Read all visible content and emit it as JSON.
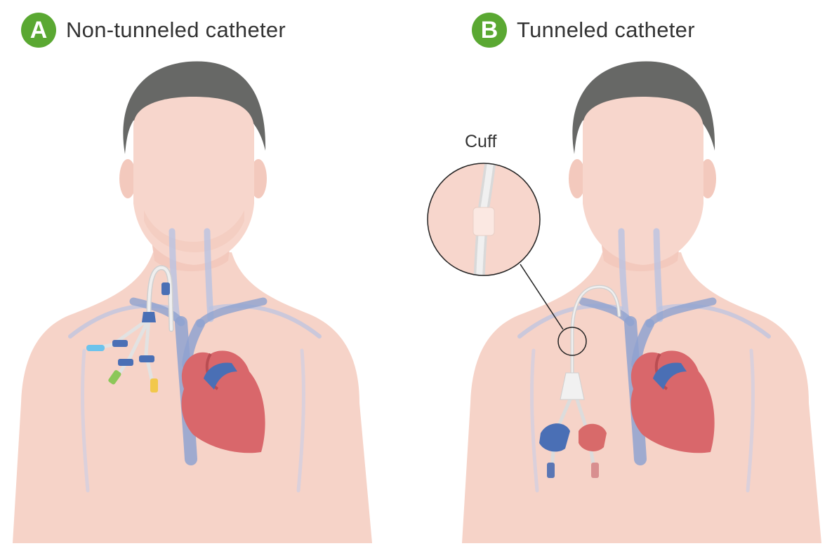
{
  "panels": [
    {
      "letter": "A",
      "title": "Non-tunneled catheter"
    },
    {
      "letter": "B",
      "title": "Tunneled catheter"
    }
  ],
  "callout": {
    "label": "Cuff"
  },
  "colors": {
    "badge": "#5aa832",
    "skin": "#f6d3c8",
    "hair": "#676866",
    "vein": "#8fa2d0",
    "vein_dark": "#5a76b4",
    "heart": "#d9676b",
    "heart_dark": "#b94d52",
    "catheter": "#e8e8e8",
    "clamp_blue": "#4a6fb5",
    "clamp_red": "#d86a6a",
    "hub_cyan": "#6cc3ec",
    "hub_green": "#8cc759",
    "hub_yellow": "#f2c84b"
  }
}
